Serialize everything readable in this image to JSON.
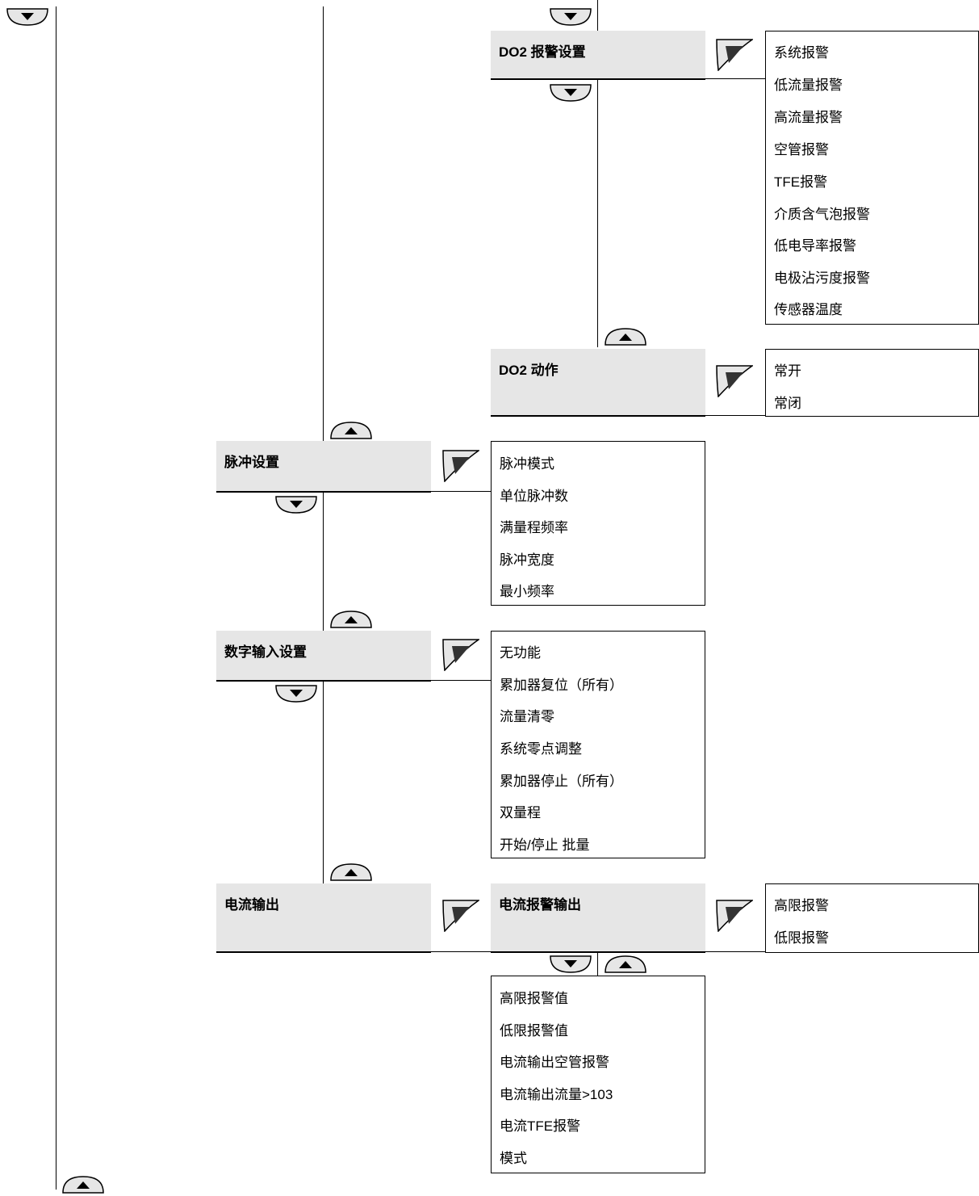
{
  "menus": {
    "do2_alarm": "DO2 报警设置",
    "do2_action": "DO2 动作",
    "pulse": "脉冲设置",
    "digital_input": "数字输入设置",
    "current_output": "电流输出",
    "current_alarm_output": "电流报警输出"
  },
  "do2_alarm_options": [
    "系统报警",
    "低流量报警",
    "高流量报警",
    "空管报警",
    "TFE报警",
    "介质含气泡报警",
    "低电导率报警",
    "电极沾污度报警",
    "传感器温度"
  ],
  "do2_action_options": [
    "常开",
    "常闭"
  ],
  "pulse_options": [
    "脉冲模式",
    "单位脉冲数",
    "满量程频率",
    "脉冲宽度",
    "最小频率"
  ],
  "digital_input_options": [
    "无功能",
    "累加器复位（所有）",
    "流量清零",
    "系统零点调整",
    "累加器停止（所有）",
    "双量程",
    "开始/停止 批量"
  ],
  "current_alarm_options": [
    "高限报警",
    "低限报警"
  ],
  "current_alarm_values": [
    "高限报警值",
    "低限报警值",
    "电流输出空管报警",
    "电流输出流量>103",
    "电流TFE报警",
    "模式"
  ]
}
